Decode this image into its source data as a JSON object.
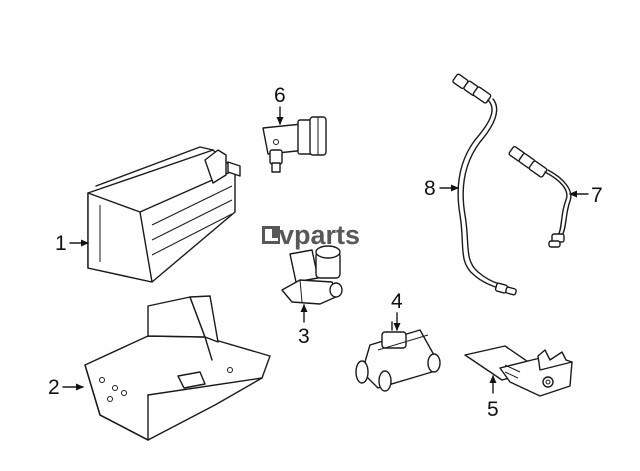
{
  "watermark": {
    "text": "vparts",
    "icon": "lvparts-logo-icon"
  },
  "callouts": [
    "1",
    "2",
    "3",
    "4",
    "5",
    "6",
    "7",
    "8"
  ]
}
